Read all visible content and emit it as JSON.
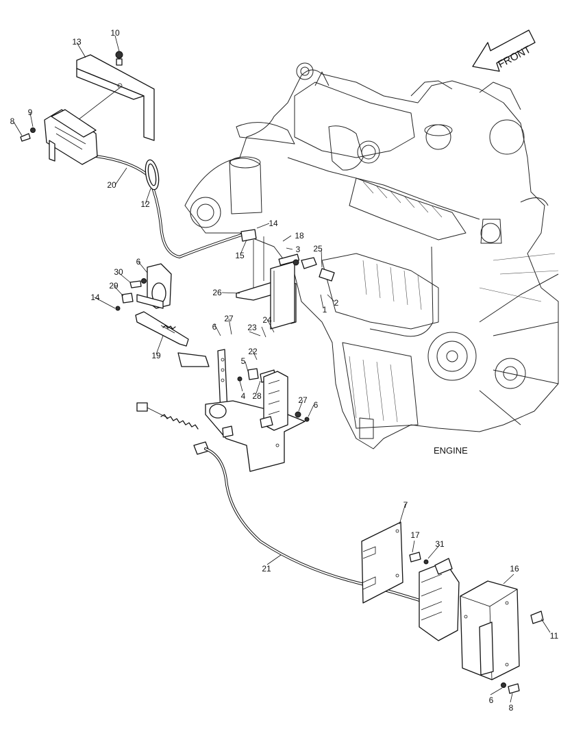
{
  "diagram": {
    "front_label": "FRONT",
    "engine_label": "ENGINE",
    "callouts": [
      {
        "id": "c1",
        "text": "1"
      },
      {
        "id": "c2",
        "text": "2"
      },
      {
        "id": "c3",
        "text": "3"
      },
      {
        "id": "c4",
        "text": "4"
      },
      {
        "id": "c5",
        "text": "5"
      },
      {
        "id": "c6a",
        "text": "6"
      },
      {
        "id": "c6b",
        "text": "6"
      },
      {
        "id": "c6c",
        "text": "6"
      },
      {
        "id": "c6d",
        "text": "6"
      },
      {
        "id": "c7",
        "text": "7"
      },
      {
        "id": "c8a",
        "text": "8"
      },
      {
        "id": "c8b",
        "text": "8"
      },
      {
        "id": "c9",
        "text": "9"
      },
      {
        "id": "c10",
        "text": "10"
      },
      {
        "id": "c11",
        "text": "11"
      },
      {
        "id": "c12",
        "text": "12"
      },
      {
        "id": "c13",
        "text": "13"
      },
      {
        "id": "c14a",
        "text": "14"
      },
      {
        "id": "c14b",
        "text": "14"
      },
      {
        "id": "c15",
        "text": "15"
      },
      {
        "id": "c16",
        "text": "16"
      },
      {
        "id": "c17",
        "text": "17"
      },
      {
        "id": "c18",
        "text": "18"
      },
      {
        "id": "c19",
        "text": "19"
      },
      {
        "id": "c20",
        "text": "20"
      },
      {
        "id": "c21",
        "text": "21"
      },
      {
        "id": "c22",
        "text": "22"
      },
      {
        "id": "c23",
        "text": "23"
      },
      {
        "id": "c24",
        "text": "24"
      },
      {
        "id": "c25",
        "text": "25"
      },
      {
        "id": "c26",
        "text": "26"
      },
      {
        "id": "c27a",
        "text": "27"
      },
      {
        "id": "c27b",
        "text": "27"
      },
      {
        "id": "c28",
        "text": "28"
      },
      {
        "id": "c29",
        "text": "29"
      },
      {
        "id": "c30",
        "text": "30"
      },
      {
        "id": "c31",
        "text": "31"
      }
    ]
  }
}
